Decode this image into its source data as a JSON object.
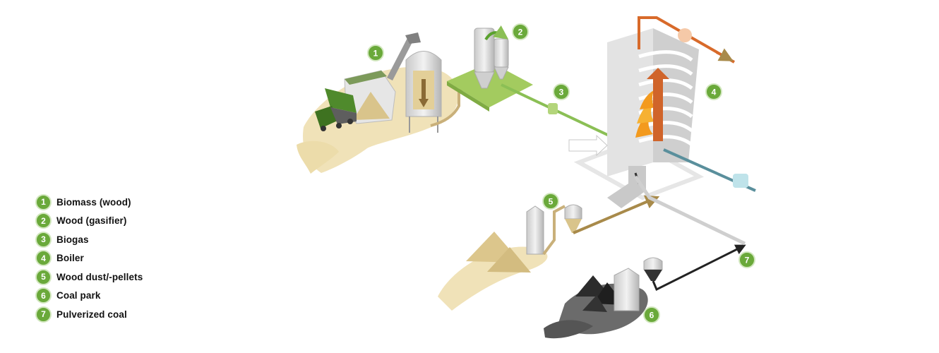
{
  "legend": [
    {
      "number": "1",
      "label": "Biomass (wood)"
    },
    {
      "number": "2",
      "label": "Wood (gasifier)"
    },
    {
      "number": "3",
      "label": "Biogas"
    },
    {
      "number": "4",
      "label": "Boiler"
    },
    {
      "number": "5",
      "label": "Wood dust/-pellets"
    },
    {
      "number": "6",
      "label": "Coal park"
    },
    {
      "number": "7",
      "label": "Pulverized coal"
    }
  ],
  "colors": {
    "badge": "#6aa93a",
    "badge_ring": "#d2e7bf",
    "wood": "#f0e2b8",
    "biogas_pipe": "#8bbf55",
    "coal": "#2c2c2c",
    "hot_pipe": "#d86a2a",
    "cold_pipe": "#5a8f9c",
    "flame": "#f39a1e"
  },
  "icons": [
    "truck-icon",
    "conveyor-icon",
    "silo-icon",
    "cyclone-icon",
    "boiler-icon",
    "flame-icon",
    "heat-exchanger-icon",
    "coal-pile-icon",
    "wood-pile-icon",
    "arrow-icon"
  ]
}
